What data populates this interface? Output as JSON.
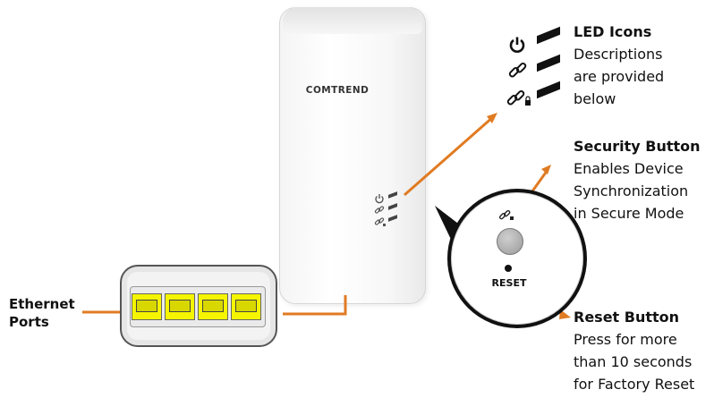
{
  "device": {
    "brand": "COMTREND"
  },
  "labels": {
    "led_icons": {
      "title": "LED Icons",
      "lines": [
        "Descriptions",
        "are provided",
        "below"
      ]
    },
    "security_button": {
      "title": "Security Button",
      "lines": [
        "Enables Device",
        "Synchronization",
        "in Secure Mode"
      ]
    },
    "reset_button": {
      "title": "Reset Button",
      "lines": [
        "Press for more",
        "than 10 seconds",
        "for Factory Reset"
      ]
    },
    "ethernet_ports": {
      "lines": [
        "Ethernet",
        "Ports"
      ]
    },
    "reset_label": "RESET"
  },
  "icons": [
    "power-icon",
    "link-icon",
    "link-lock-icon"
  ],
  "colors": {
    "callout": "#e07b22",
    "port_highlight": "#f5f500"
  }
}
